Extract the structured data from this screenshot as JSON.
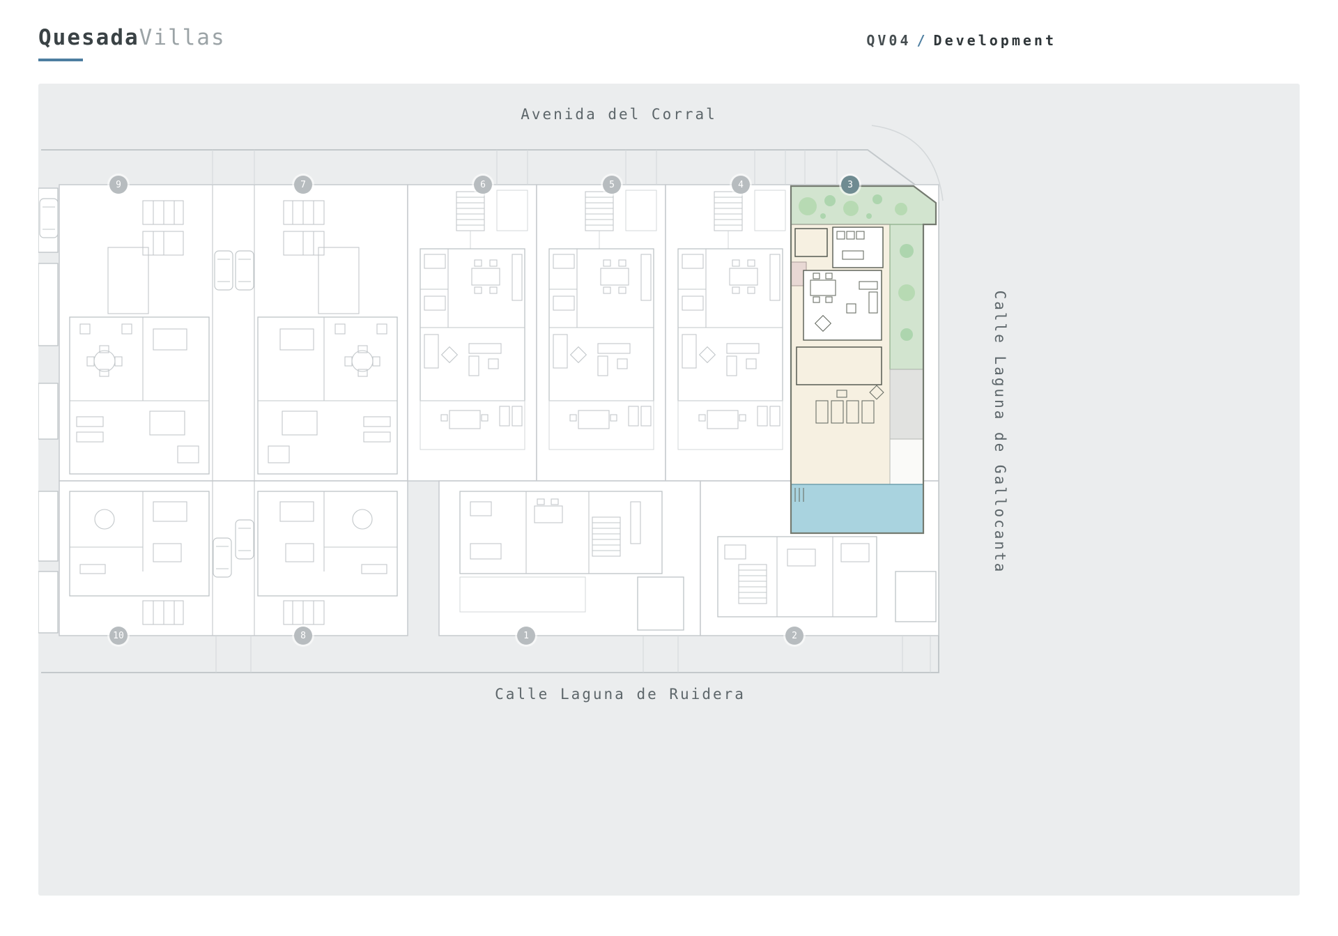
{
  "header": {
    "brand": {
      "primary": "Quesada",
      "secondary": "Villas"
    },
    "project": {
      "code": "QV04",
      "separator": "/",
      "name": "Development"
    }
  },
  "site_plan": {
    "streets": {
      "top": "Avenida del Corral",
      "right": "Calle Laguna de Gallocanta",
      "bottom": "Calle Laguna de Ruidera"
    },
    "plots": [
      {
        "number": "9",
        "highlighted": false
      },
      {
        "number": "7",
        "highlighted": false
      },
      {
        "number": "6",
        "highlighted": false
      },
      {
        "number": "5",
        "highlighted": false
      },
      {
        "number": "4",
        "highlighted": false
      },
      {
        "number": "3",
        "highlighted": true
      },
      {
        "number": "10",
        "highlighted": false
      },
      {
        "number": "8",
        "highlighted": false
      },
      {
        "number": "1",
        "highlighted": false
      },
      {
        "number": "2",
        "highlighted": false
      }
    ],
    "highlighted_plot": "3"
  },
  "colors": {
    "accent_blue": "#4d7ea0",
    "panel_gray": "#ebedee",
    "line_gray": "#c6cacd",
    "marker_gray": "#b7bcbf",
    "marker_highlight": "#6f8b91",
    "text_dark": "#3a4245",
    "text_street": "#5d666a",
    "villa_garden_green": "#d2e4cf",
    "villa_floor_cream": "#f6f0e1",
    "villa_pool_blue": "#a9d3df"
  }
}
